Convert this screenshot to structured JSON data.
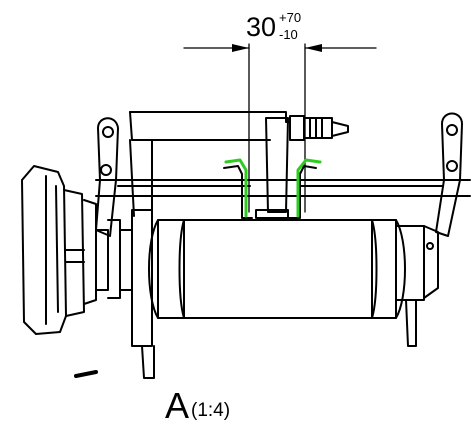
{
  "dimension": {
    "nominal": "30",
    "upper_tolerance": "+70",
    "lower_tolerance": "-10"
  },
  "view_label": {
    "letter": "A",
    "scale": "(1:4)"
  },
  "colors": {
    "line": "#000000",
    "highlight": "#2ecc1f",
    "background": "#ffffff"
  }
}
